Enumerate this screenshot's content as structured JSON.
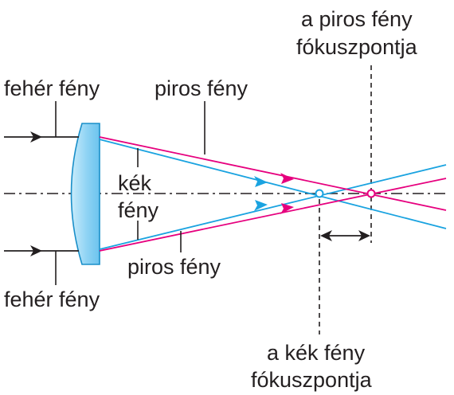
{
  "labels": {
    "white_light_top": "fehér fény",
    "white_light_bottom": "fehér fény",
    "red_light_top": "piros fény",
    "red_light_bottom": "piros fény",
    "blue_light_line1": "kék",
    "blue_light_line2": "fény",
    "red_focus_line1": "a piros fény",
    "red_focus_line2": "fókuszpontja",
    "blue_focus_line1": "a kék fény",
    "blue_focus_line2": "fókuszpontja"
  },
  "colors": {
    "red_ray": "#e6007e",
    "blue_ray": "#1aa3e0",
    "lens_fill": "#8fd3f4",
    "lens_stroke": "#1a8fc9",
    "black": "#231f20"
  }
}
